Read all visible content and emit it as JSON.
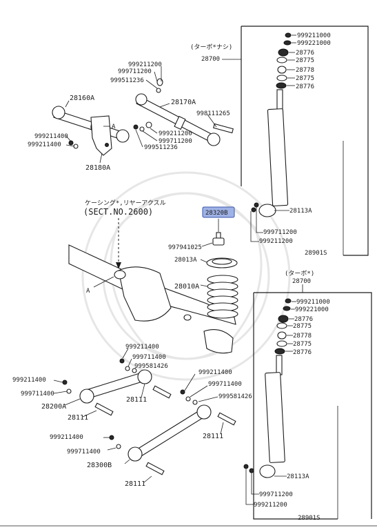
{
  "colors": {
    "highlight": "#9fb2e6",
    "highlight_border": "#3b55a8",
    "ink": "#1a1a1a"
  },
  "upper_inset": {
    "header_jp": "(ターボ*ナシ)",
    "header_num": "28700",
    "parts": [
      "999211000",
      "999221000",
      "28776",
      "28775",
      "28778",
      "28775",
      "28776"
    ],
    "mount": "28113A",
    "bolt_1": "999711200",
    "bolt_2": "999211200",
    "assembly": "28901S"
  },
  "lower_inset": {
    "header_jp": "(ターボ*)",
    "header_num": "28700",
    "parts": [
      "999211000",
      "999221000",
      "28776",
      "28775",
      "28778",
      "28775",
      "28776"
    ],
    "mount": "28113A",
    "bolt_1": "999711200",
    "bolt_2": "999211200",
    "assembly": "28901S"
  },
  "top_left": {
    "n1": "999211200",
    "n2": "999711200",
    "n3": "999511236",
    "arm1": "28160A",
    "arm2": "28170A",
    "bolt": "998111265",
    "nut_a": "999211400",
    "nut_b": "999211400",
    "m1": "999211200",
    "m2": "999711200",
    "m3": "999511236",
    "bracket": "28180A",
    "ref": "A"
  },
  "axle": {
    "label_jp": "ケーシング*,リヤーアクスル",
    "sect": "(SECT.NO.2600)",
    "ref": "A"
  },
  "center": {
    "highlight": "28320B",
    "bolt": "997941025",
    "seat": "28013A",
    "spring": "28010A"
  },
  "lower_left": {
    "a1": "999211400",
    "a2": "999711400",
    "a3": "999581426",
    "b1": "999211400",
    "b2": "999711400",
    "arm1": "28200A",
    "bolt1": "28111",
    "bolt2": "28111",
    "c1": "999211400",
    "c2": "999711400",
    "c3": "999581426",
    "bolt3": "28111",
    "d1": "999211400",
    "d2": "999711400",
    "arm2": "28300B",
    "bolt4": "28111"
  }
}
